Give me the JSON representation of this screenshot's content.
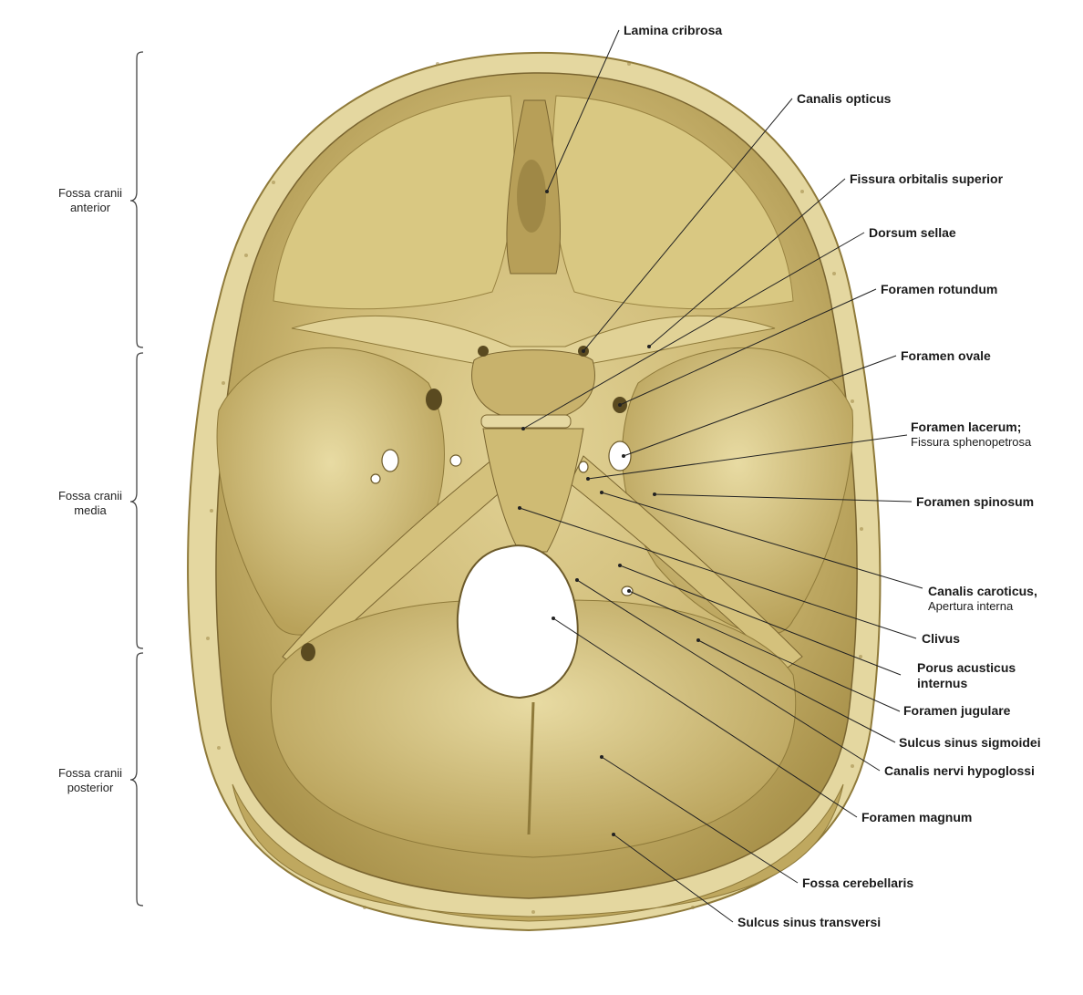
{
  "figure": {
    "labels": [
      {
        "id": "lamina-cribrosa",
        "text": "Lamina cribrosa",
        "sub": ""
      },
      {
        "id": "canalis-opticus",
        "text": "Canalis opticus",
        "sub": ""
      },
      {
        "id": "fissura-orbitalis-superior",
        "text": "Fissura orbitalis superior",
        "sub": ""
      },
      {
        "id": "dorsum-sellae",
        "text": "Dorsum sellae",
        "sub": ""
      },
      {
        "id": "foramen-rotundum",
        "text": "Foramen rotundum",
        "sub": ""
      },
      {
        "id": "foramen-ovale",
        "text": "Foramen ovale",
        "sub": ""
      },
      {
        "id": "foramen-lacerum",
        "text": "Foramen lacerum;",
        "sub": "Fissura sphenopetrosa"
      },
      {
        "id": "foramen-spinosum",
        "text": "Foramen spinosum",
        "sub": ""
      },
      {
        "id": "canalis-caroticus",
        "text": "Canalis caroticus,",
        "sub": "Apertura interna"
      },
      {
        "id": "clivus",
        "text": "Clivus",
        "sub": ""
      },
      {
        "id": "porus-acusticus-internus",
        "text": "Porus acusticus",
        "sub": "internus"
      },
      {
        "id": "foramen-jugulare",
        "text": "Foramen jugulare",
        "sub": ""
      },
      {
        "id": "sulcus-sinus-sigmoidei",
        "text": "Sulcus sinus sigmoidei",
        "sub": ""
      },
      {
        "id": "canalis-nervi-hypoglossi",
        "text": "Canalis nervi hypoglossi",
        "sub": ""
      },
      {
        "id": "foramen-magnum",
        "text": "Foramen magnum",
        "sub": ""
      },
      {
        "id": "fossa-cerebellaris",
        "text": "Fossa cerebellaris",
        "sub": ""
      },
      {
        "id": "sulcus-sinus-transversi",
        "text": "Sulcus sinus transversi",
        "sub": ""
      }
    ],
    "regions": [
      {
        "id": "fossa-cranii-anterior",
        "line1": "Fossa cranii",
        "line2": "anterior"
      },
      {
        "id": "fossa-cranii-media",
        "line1": "Fossa cranii",
        "line2": "media"
      },
      {
        "id": "fossa-cranii-posterior",
        "line1": "Fossa cranii",
        "line2": "posterior"
      }
    ],
    "colors": {
      "bone": "#cbb66f",
      "bone_light": "#dccb8a",
      "bone_dark": "#8f7a3a",
      "diploe": "#e6d9a6",
      "leader": "#222222"
    }
  }
}
